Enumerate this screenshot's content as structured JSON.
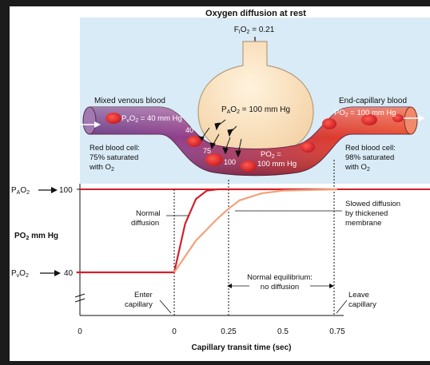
{
  "title": "Oxygen diffusion at rest",
  "fio2": {
    "main": "F",
    "sub": "I",
    "rest": "O",
    "sub2": "2",
    "tail": " = 0.21"
  },
  "alveolus": {
    "pre": "P",
    "sub": "A",
    "mid": "O",
    "sub2": "2",
    "tail": " = 100 mm Hg"
  },
  "mixed_venous": {
    "label": "Mixed venous blood",
    "pv_pre": "P",
    "pv_sub": "v",
    "pv_mid": "O",
    "pv_sub2": "2",
    "pv_tail": " = 40 mm Hg"
  },
  "end_capillary": {
    "label": "End-capillary blood",
    "po2_pre": "PO",
    "po2_sub": "2",
    "po2_tail": " = 100 mm Hg"
  },
  "capillary_mid": {
    "line1_pre": "PO",
    "line1_sub": "2",
    "line1_tail": " =",
    "line2": "100 mm Hg"
  },
  "rbc_left": {
    "line1": "Red blood cell:",
    "line2": "75% saturated",
    "line3_pre": "with O",
    "line3_sub": "2"
  },
  "rbc_right": {
    "line1": "Red blood cell:",
    "line2": "98% saturated",
    "line3_pre": "with O",
    "line3_sub": "2"
  },
  "cell_values": [
    "40",
    "75",
    "100"
  ],
  "chart_data": {
    "type": "line",
    "xlabel": "Capillary transit time (sec)",
    "ylabel_pre": "PO",
    "ylabel_sub": "2",
    "ylabel_tail": " mm Hg",
    "x_ticks": [
      "0",
      "0",
      "0.25",
      "0.5",
      "0.75"
    ],
    "x_tick_values": [
      -0.5,
      0,
      0.25,
      0.5,
      0.75
    ],
    "y_ticks": [
      "100",
      "40"
    ],
    "y_tick_values": [
      100,
      40
    ],
    "pa_label": {
      "pre": "P",
      "sub": "A",
      "mid": "O",
      "sub2": "2"
    },
    "pv_label": {
      "pre": "P",
      "sub": "v",
      "mid": "O",
      "sub2": "2"
    },
    "series": [
      {
        "x": [
          -0.45,
          0,
          0.05,
          0.1,
          0.15,
          0.2,
          0.25,
          0.75
        ],
        "y": [
          40,
          40,
          75,
          93,
          99,
          100,
          100,
          100
        ],
        "color": "#d4202a"
      },
      {
        "x": [
          0,
          0.1,
          0.2,
          0.25,
          0.3,
          0.4,
          0.5,
          0.75
        ],
        "y": [
          40,
          63,
          79,
          86,
          92,
          97,
          99,
          100
        ],
        "color": "#f2a27a"
      }
    ],
    "annotations": {
      "normal": [
        "Normal",
        "diffusion"
      ],
      "slowed": [
        "Slowed diffusion",
        "by thickened",
        "membrane"
      ],
      "equilibrium": [
        "Normal equilibrium:",
        "no diffusion"
      ],
      "enter": [
        "Enter",
        "capillary"
      ],
      "leave": [
        "Leave",
        "capillary"
      ]
    }
  }
}
